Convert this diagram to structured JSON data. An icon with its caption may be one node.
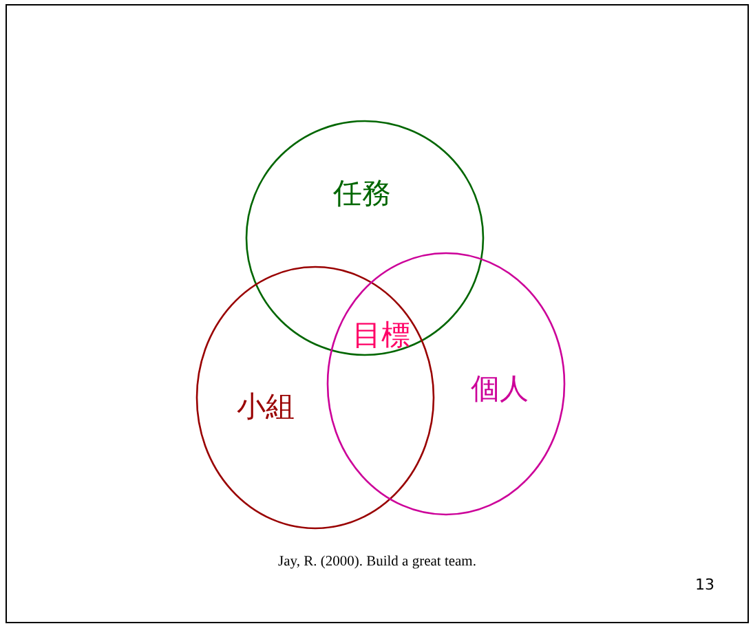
{
  "diagram": {
    "nodes": [
      {
        "text": [
          "任務"
        ]
      },
      {
        "text": [
          "小組"
        ]
      },
      {
        "text": [
          "個人"
        ]
      }
    ],
    "labels": [
      "目標",
      "Jay, R. (2000). Build a great team.",
      "13"
    ]
  }
}
